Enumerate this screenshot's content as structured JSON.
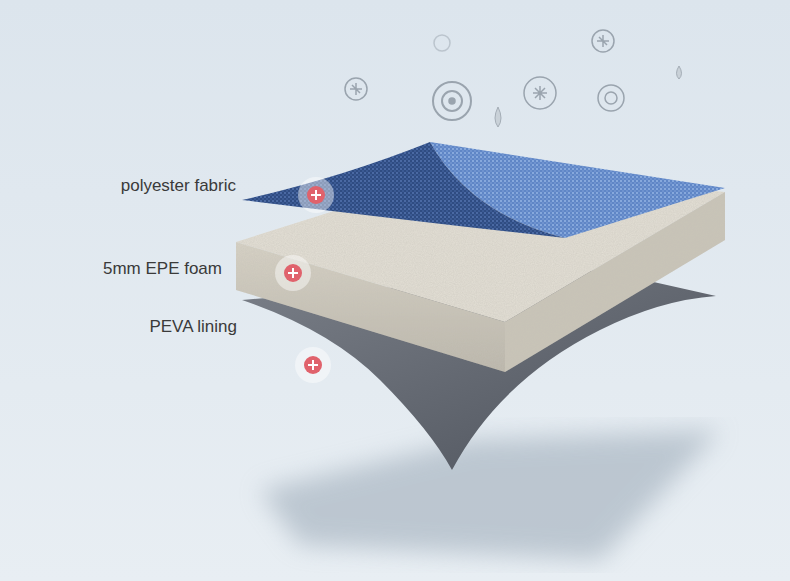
{
  "diagram": {
    "labels": [
      "polyester fabric",
      "5mm EPE foam",
      "PEVA lining"
    ]
  }
}
